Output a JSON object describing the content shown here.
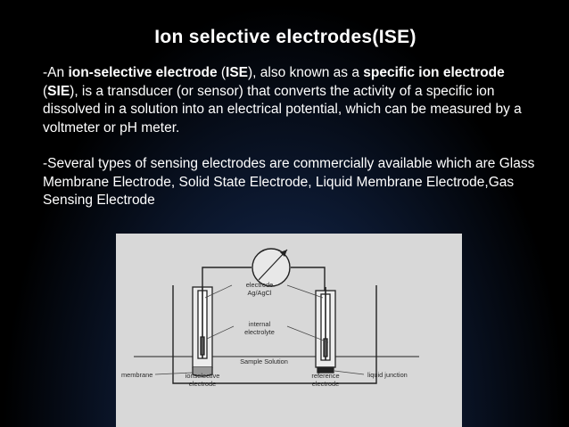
{
  "slide": {
    "title": "Ion selective electrodes(ISE)",
    "paragraph1": {
      "t0": "-An ",
      "b1": "ion-selective electrode",
      "t1": " (",
      "b2": "ISE",
      "t2": "), also known as a ",
      "b3": "specific ion electrode",
      "t3": " (",
      "b4": "SIE",
      "t4": "), is a transducer (or sensor) that converts the activity of a specific ion dissolved in a solution into an electrical potential, which can be measured by a voltmeter or pH meter."
    },
    "paragraph2": "-Several types of sensing electrodes are commercially available which are Glass Membrane Electrode, Solid State Electrode, Liquid Membrane Electrode,Gas Sensing Electrode"
  },
  "diagram": {
    "labels": {
      "electrode_line1": "electrode",
      "electrode_line2": "Ag/AgCl",
      "internal_line1": "internal",
      "internal_line2": "electrolyte",
      "sample_solution": "Sample Solution",
      "membrane": "membrane",
      "ionselective_line1": "ionselective",
      "ionselective_line2": "electrode",
      "reference_line1": "reference",
      "reference_line2": "electrode",
      "liquid_junction": "liquid junction"
    }
  },
  "colors": {
    "background": "#000000",
    "text": "#ffffff",
    "figure_background": "#d8d8d8",
    "figure_lines": "#222222"
  }
}
